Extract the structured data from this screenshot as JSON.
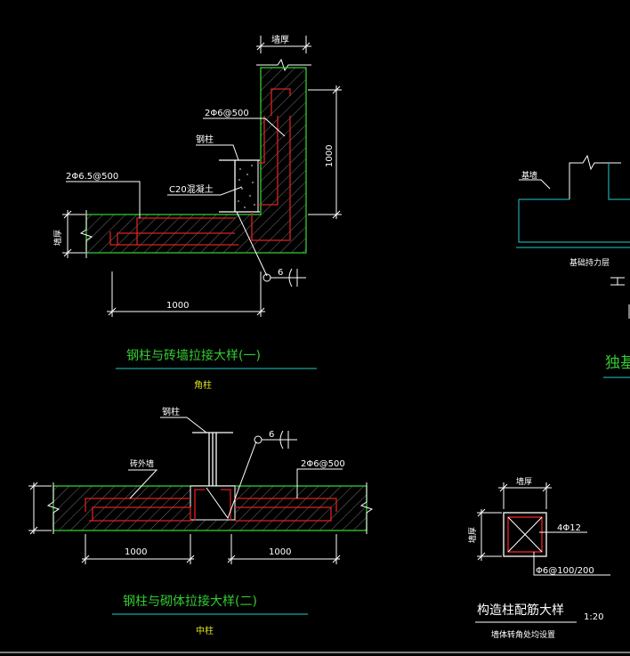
{
  "colors": {
    "background": "#000000",
    "wall_outline": "#33cc33",
    "hatch": "#777777",
    "rebar": "#e02020",
    "line": "#ffffff",
    "title_text": "#33cc33",
    "underline": "#22cccc",
    "subtitle": "#e0e020",
    "label": "#ffffff"
  },
  "detail1": {
    "wall_thickness": "墙厚",
    "rebar_top": "2Φ6@500",
    "steel_column": "钢柱",
    "concrete": "C20混凝土",
    "rebar_left": "2Φ6.5@500",
    "wall_thickness_side": "墙厚",
    "dim_vertical": "1000",
    "dim_horizontal": "1000",
    "weld_size": "6",
    "title": "钢柱与砖墙拉接大样(一)",
    "subtitle": "角柱"
  },
  "detail2": {
    "steel_column": "钢柱",
    "brick_wall": "砖外墙",
    "rebar": "2Φ6@500",
    "weld_size": "6",
    "dim_left": "1000",
    "dim_right": "1000",
    "title": "钢柱与砌体拉接大样(二)",
    "subtitle": "中柱"
  },
  "detail3": {
    "foundation_wall": "基墙",
    "strength_layer": "基础持力层",
    "title_partial": "独基"
  },
  "detail4": {
    "wall_thickness_top": "墙厚",
    "wall_thickness_side": "墙厚",
    "main_rebar": "4Φ12",
    "stirrup": "Φ6@100/200",
    "title": "构造柱配筋大样",
    "scale": "1:20",
    "note": "墙体转角处均设置"
  }
}
